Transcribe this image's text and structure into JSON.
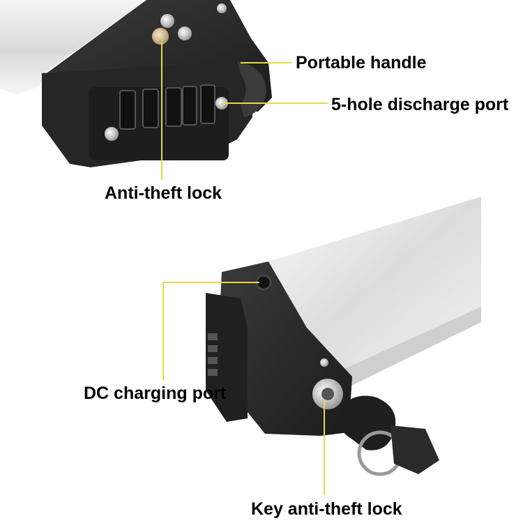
{
  "labels": {
    "portable_handle": "Portable handle",
    "discharge_port": "5-hole discharge port",
    "anti_theft_lock": "Anti-theft lock",
    "dc_charging_port": "DC charging port",
    "key_anti_theft_lock": "Key anti-theft lock"
  },
  "colors": {
    "callout_line": "#e8d84a",
    "housing": "#2b2b2b",
    "aluminum": "#e6e6e6"
  }
}
